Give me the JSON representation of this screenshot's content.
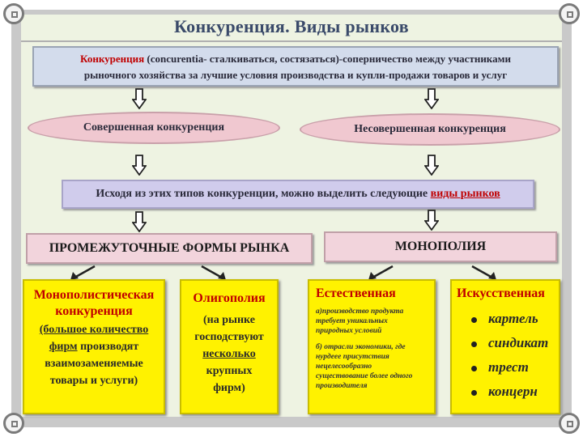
{
  "title": "Конкуренция. Виды рынков",
  "definition": {
    "term": "Конкуренция",
    "line1_rest": " (concurentia- сталкиваться, состязаться)-соперничество между участниками",
    "line2": "рыночного хозяйства за лучшие условия производства и купли-продажи товаров и услуг"
  },
  "types": {
    "perfect": "Совершенная конкуренция",
    "imperfect": "Несовершенная конкуренция"
  },
  "summary": {
    "text": "Исходя из этих типов конкуренции, можно выделить следующие ",
    "highlight": "виды рынков"
  },
  "forms": {
    "intermediate": "ПРОМЕЖУТОЧНЫЕ ФОРМЫ РЫНКА",
    "monopoly": "МОНОПОЛИЯ"
  },
  "monopolistic": {
    "title1": "Монополистическая",
    "title2": "конкуренция",
    "l1": "(большое количество",
    "l2a": "фирм",
    "l2b": " производят",
    "l3": "взаимозаменяемые",
    "l4": "товары и услуги)"
  },
  "oligopoly": {
    "title": "Олигополия",
    "l1": "(на рынке",
    "l2": "господствуют",
    "l3": "несколько",
    "l4": "крупных",
    "l5": "фирм)"
  },
  "natural": {
    "title": "Естественная",
    "n1": "а)производство продукта",
    "n2": "требует уникальных",
    "n3": "природных условий",
    "n4": "б) отрасли экономики, где",
    "n5": "нурдеее присутствия",
    "n6": "нецелесообразно",
    "n7": "существование более одного",
    "n8": "производителя"
  },
  "artificial": {
    "title": "Искусственная",
    "items": [
      "картель",
      "синдикат",
      "трест",
      "концерн"
    ]
  },
  "colors": {
    "yellow": "#fff200",
    "red": "#c00000",
    "ellipse": "#f0c8d0",
    "definition_bg": "#d3dcec"
  }
}
